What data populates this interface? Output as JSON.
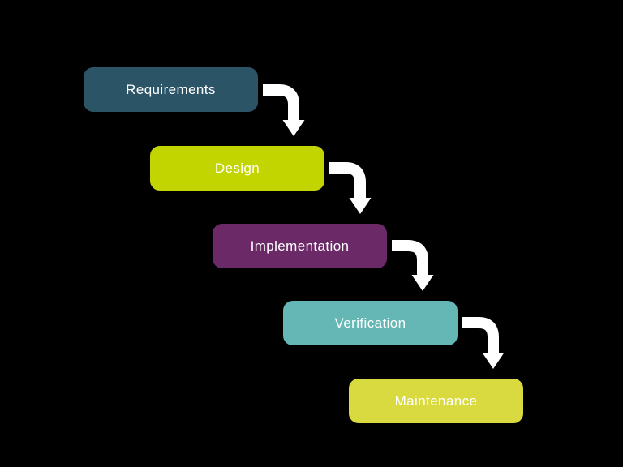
{
  "diagram": {
    "background": "#000000",
    "arrow_color": "#ffffff",
    "text_color": "#ffffff",
    "steps": [
      {
        "label": "Requirements",
        "color": "#2b5467"
      },
      {
        "label": "Design",
        "color": "#c2d500"
      },
      {
        "label": "Implementation",
        "color": "#6b2968"
      },
      {
        "label": "Verification",
        "color": "#64b7b4"
      },
      {
        "label": "Maintenance",
        "color": "#d9da3f"
      }
    ]
  }
}
